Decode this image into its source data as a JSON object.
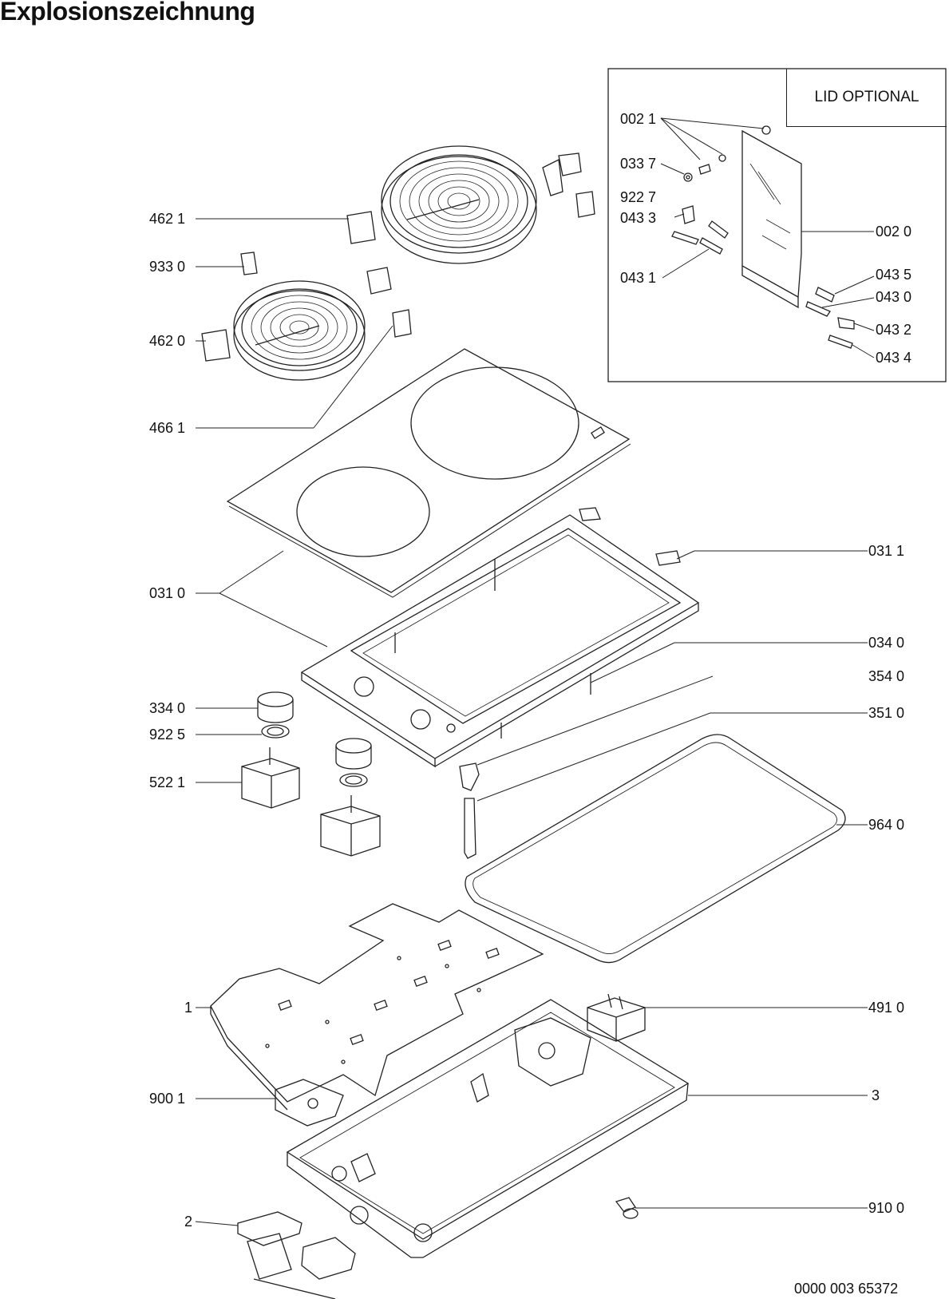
{
  "page_title": "Explosionszeichnung",
  "lid_caption": "LID OPTIONAL",
  "document_number": "0000 003 65372",
  "labels": [
    {
      "id": "l0021",
      "text": "002 1"
    },
    {
      "id": "l0337",
      "text": "033 7"
    },
    {
      "id": "l9227",
      "text": "922 7"
    },
    {
      "id": "l0433",
      "text": "043 3"
    },
    {
      "id": "l0431",
      "text": "043 1"
    },
    {
      "id": "l0020",
      "text": "002 0"
    },
    {
      "id": "l0435",
      "text": "043 5"
    },
    {
      "id": "l0430",
      "text": "043 0"
    },
    {
      "id": "l0432",
      "text": "043 2"
    },
    {
      "id": "l0434",
      "text": "043 4"
    },
    {
      "id": "l4621",
      "text": "462 1"
    },
    {
      "id": "l9330",
      "text": "933 0"
    },
    {
      "id": "l4620",
      "text": "462 0"
    },
    {
      "id": "l4661",
      "text": "466 1"
    },
    {
      "id": "l0311",
      "text": "031 1"
    },
    {
      "id": "l0310",
      "text": "031 0"
    },
    {
      "id": "l0340",
      "text": "034 0"
    },
    {
      "id": "l3540",
      "text": "354 0"
    },
    {
      "id": "l3340",
      "text": "334 0"
    },
    {
      "id": "l3510",
      "text": "351 0"
    },
    {
      "id": "l9225",
      "text": "922 5"
    },
    {
      "id": "l5221",
      "text": "522 1"
    },
    {
      "id": "l9640",
      "text": "964 0"
    },
    {
      "id": "l1",
      "text": "1"
    },
    {
      "id": "l4910",
      "text": "491 0"
    },
    {
      "id": "l9001",
      "text": "900 1"
    },
    {
      "id": "l3",
      "text": "3"
    },
    {
      "id": "l9100",
      "text": "910 0"
    },
    {
      "id": "l2",
      "text": "2"
    }
  ]
}
